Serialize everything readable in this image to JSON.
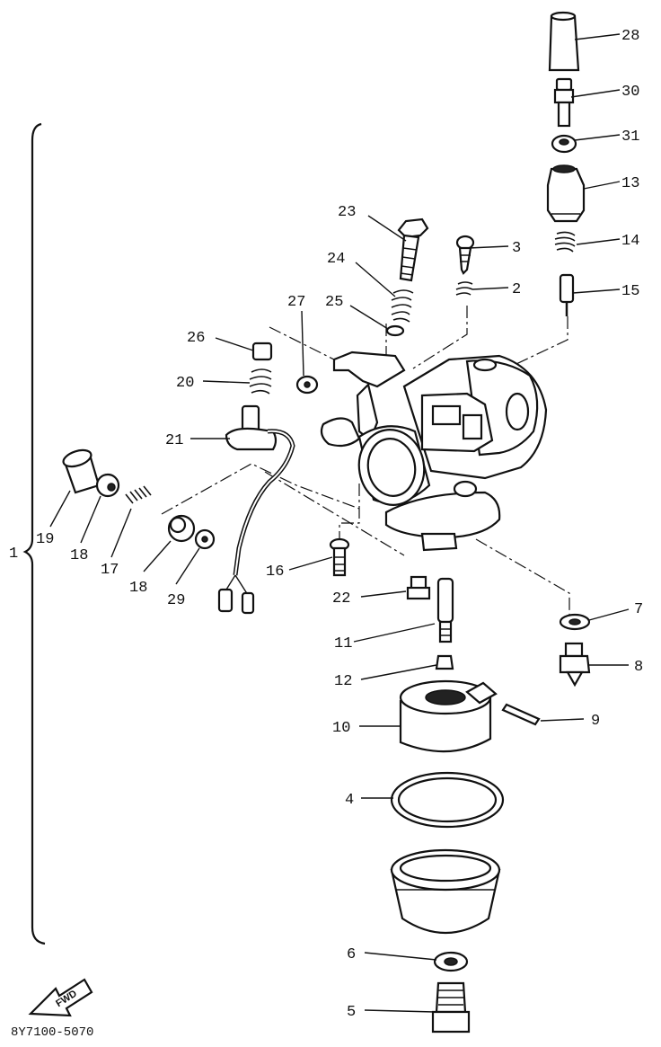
{
  "diagram": {
    "labels": {
      "l1": "1",
      "l2": "2",
      "l3": "3",
      "l4": "4",
      "l5": "5",
      "l6": "6",
      "l7": "7",
      "l8": "8",
      "l9": "9",
      "l10": "10",
      "l11": "11",
      "l12": "12",
      "l13": "13",
      "l14": "14",
      "l15": "15",
      "l16": "16",
      "l17": "17",
      "l18a": "18",
      "l18b": "18",
      "l19": "19",
      "l20": "20",
      "l21": "21",
      "l22": "22",
      "l23": "23",
      "l24": "24",
      "l25": "25",
      "l26": "26",
      "l27": "27",
      "l28": "28",
      "l29": "29",
      "l30": "30",
      "l31": "31"
    },
    "forward_arrow": "FWD",
    "drawing_code": "8Y7100-5070"
  }
}
